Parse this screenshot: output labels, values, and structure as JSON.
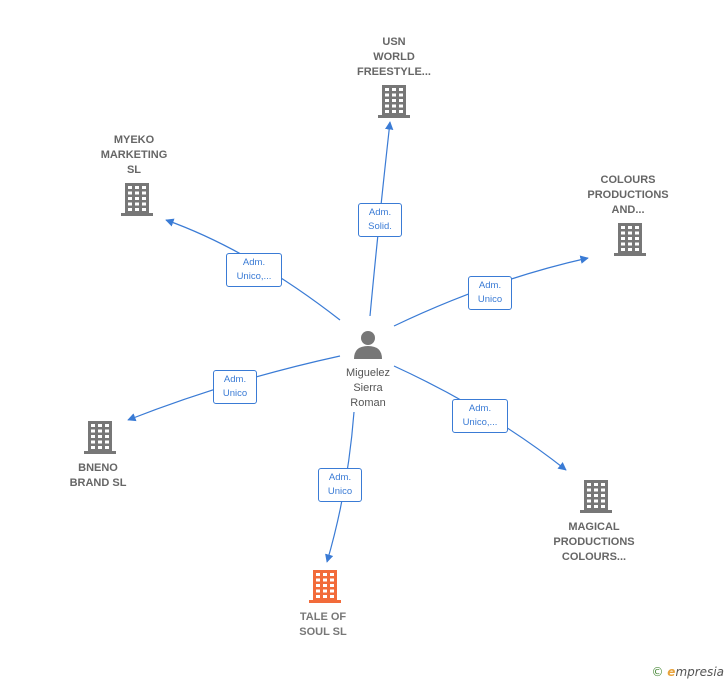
{
  "center": {
    "name": "Miguelez\nSierra\nRoman"
  },
  "nodes": [
    {
      "id": "usn",
      "label": "USN\nWORLD\nFREESTYLE...",
      "focus": false
    },
    {
      "id": "myeko",
      "label": "MYEKO\nMARKETING\nSL",
      "focus": false
    },
    {
      "id": "colours",
      "label": "COLOURS\nPRODUCTIONS\nAND...",
      "focus": false
    },
    {
      "id": "bneno",
      "label": "BNENO\nBRAND  SL",
      "focus": false
    },
    {
      "id": "magical",
      "label": "MAGICAL\nPRODUCTIONS\nCOLOURS...",
      "focus": false
    },
    {
      "id": "tale",
      "label": "TALE OF\nSOUL  SL",
      "focus": true
    }
  ],
  "edges": [
    {
      "to": "usn",
      "label": "Adm.\nSolid."
    },
    {
      "to": "myeko",
      "label": "Adm.\nUnico,..."
    },
    {
      "to": "colours",
      "label": "Adm.\nUnico"
    },
    {
      "to": "bneno",
      "label": "Adm.\nUnico"
    },
    {
      "to": "magical",
      "label": "Adm.\nUnico,..."
    },
    {
      "to": "tale",
      "label": "Adm.\nUnico"
    }
  ],
  "colors": {
    "building": "#777777",
    "focus_building": "#f26b3a",
    "edge": "#3a7bd5",
    "person": "#777777"
  },
  "footer": {
    "copyright": "©",
    "brand_e": "e",
    "brand_rest": "mpresia"
  }
}
